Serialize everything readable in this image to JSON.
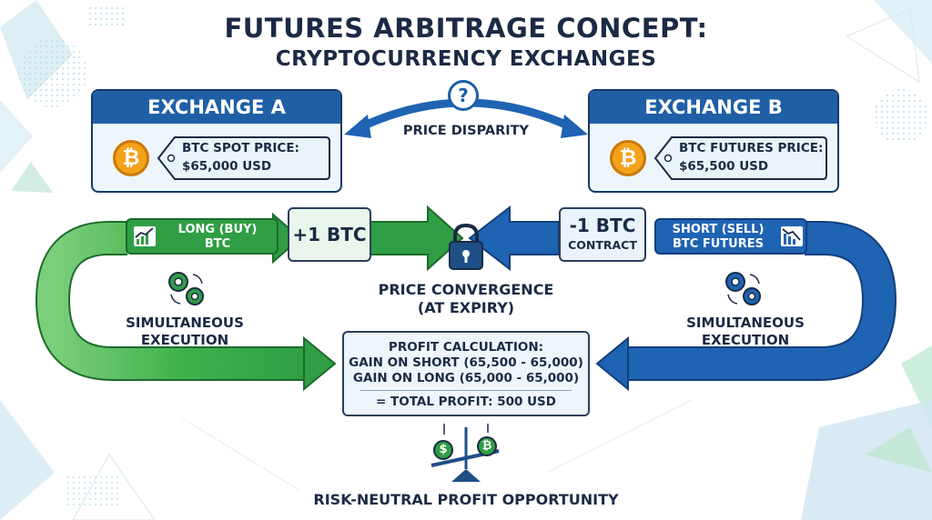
{
  "title": {
    "line1": "FUTURES ARBITRAGE CONCEPT:",
    "line2": "CRYPTOCURRENCY EXCHANGES"
  },
  "exchange_a": {
    "title": "EXCHANGE A",
    "coin_symbol": "₿",
    "price_label": "BTC SPOT PRICE:",
    "price_value": "$65,000 USD"
  },
  "exchange_b": {
    "title": "EXCHANGE B",
    "coin_symbol": "₿",
    "price_label": "BTC FUTURES PRICE:",
    "price_value": "$65,500 USD"
  },
  "disparity": {
    "icon_symbol": "?",
    "label": "PRICE DISPARITY"
  },
  "long_leg": {
    "label_line1": "LONG (BUY)",
    "label_line2": "BTC",
    "position": "+1 BTC",
    "execution_line1": "SIMULTANEOUS",
    "execution_line2": "EXECUTION"
  },
  "short_leg": {
    "label_line1": "SHORT (SELL)",
    "label_line2": "BTC FUTURES",
    "position_line1": "-1 BTC",
    "position_line2": "CONTRACT",
    "execution_line1": "SIMULTANEOUS",
    "execution_line2": "EXECUTION"
  },
  "convergence": {
    "line1": "PRICE CONVERGENCE",
    "line2": "(AT EXPIRY)"
  },
  "profit": {
    "heading": "PROFIT CALCULATION:",
    "line_short": "GAIN ON SHORT (65,500 - 65,000)",
    "line_long": "GAIN ON LONG (65,000 - 65,000)",
    "total": "= TOTAL PROFIT: 500 USD"
  },
  "scale": {
    "left_symbol": "$",
    "right_symbol": "₿"
  },
  "footer": "RISK-NEUTRAL PROFIT OPPORTUNITY",
  "colors": {
    "navy": "#1b2a45",
    "blue": "#1f63b3",
    "green": "#2f9e44",
    "coin_orange": "#f4a21a",
    "box_fill": "#eef5fb"
  },
  "icons": [
    "question-icon",
    "bitcoin-icon",
    "price-tag-icon",
    "chart-up-icon",
    "chart-down-icon",
    "gears-icon",
    "padlock-icon",
    "balance-scale-icon"
  ]
}
